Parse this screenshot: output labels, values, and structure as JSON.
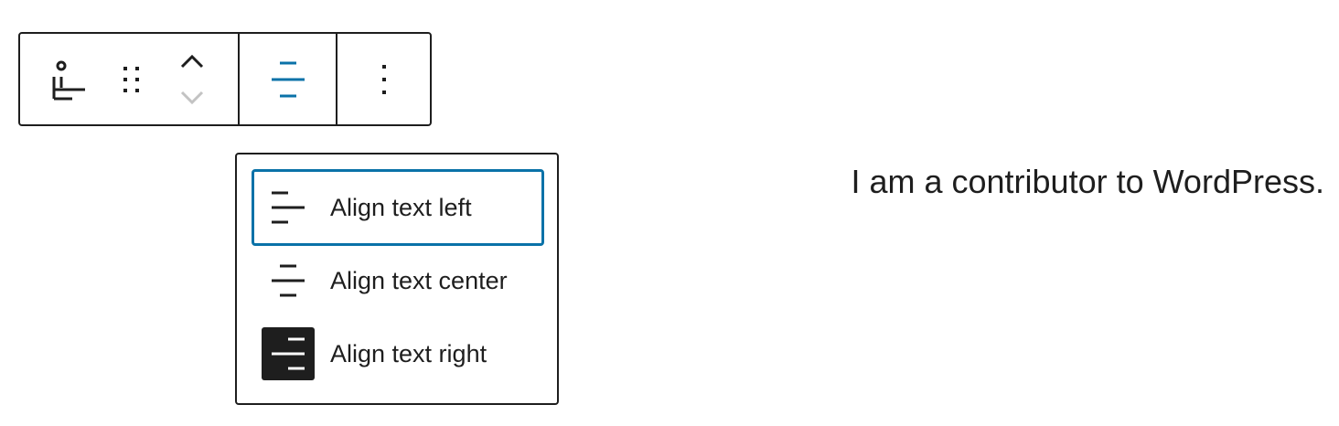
{
  "toolbar": {
    "icons": {
      "block_type": "paragraph-block-icon",
      "drag": "drag-handle-icon",
      "move_up": "chevron-up-icon",
      "move_down": "chevron-down-icon",
      "align": "align-center-icon",
      "more": "more-vertical-icon"
    },
    "colors": {
      "active_align": "#0a72a8",
      "disabled_mover": "#c3c3c3"
    }
  },
  "alignment_menu": {
    "items": [
      {
        "label": "Align text left",
        "icon": "align-left-icon",
        "focused": true,
        "selected": false
      },
      {
        "label": "Align text center",
        "icon": "align-center-icon",
        "focused": false,
        "selected": false
      },
      {
        "label": "Align text right",
        "icon": "align-right-icon",
        "focused": false,
        "selected": true
      }
    ],
    "colors": {
      "focus_ring": "#0a72a8",
      "selected_background": "#1e1e1e"
    }
  },
  "content": {
    "paragraph_text": "I am a contributor to WordPress."
  }
}
